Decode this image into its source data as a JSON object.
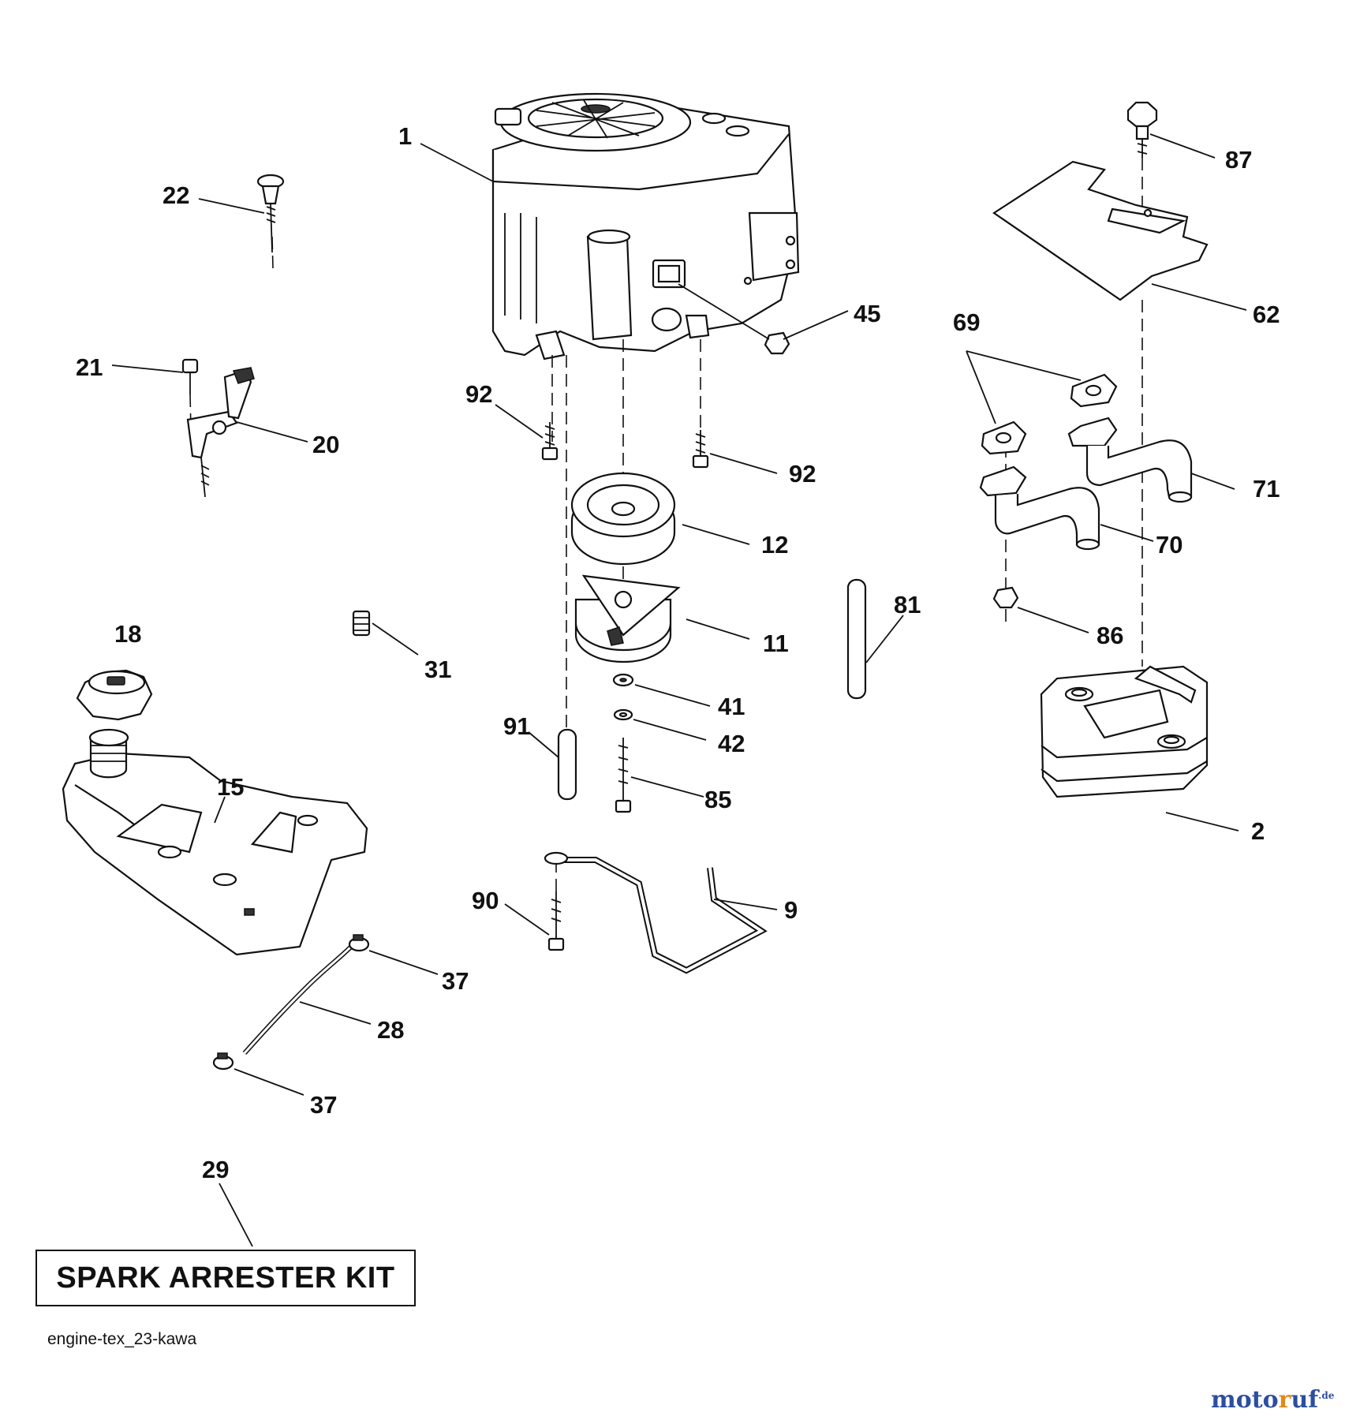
{
  "callouts": [
    {
      "id": "1",
      "label": "1"
    },
    {
      "id": "22",
      "label": "22"
    },
    {
      "id": "21",
      "label": "21"
    },
    {
      "id": "20",
      "label": "20"
    },
    {
      "id": "92a",
      "label": "92"
    },
    {
      "id": "92b",
      "label": "92"
    },
    {
      "id": "45",
      "label": "45"
    },
    {
      "id": "12",
      "label": "12"
    },
    {
      "id": "11",
      "label": "11"
    },
    {
      "id": "31",
      "label": "31"
    },
    {
      "id": "18",
      "label": "18"
    },
    {
      "id": "15",
      "label": "15"
    },
    {
      "id": "41",
      "label": "41"
    },
    {
      "id": "42",
      "label": "42"
    },
    {
      "id": "91",
      "label": "91"
    },
    {
      "id": "85",
      "label": "85"
    },
    {
      "id": "81",
      "label": "81"
    },
    {
      "id": "87",
      "label": "87"
    },
    {
      "id": "62",
      "label": "62"
    },
    {
      "id": "69",
      "label": "69"
    },
    {
      "id": "71",
      "label": "71"
    },
    {
      "id": "70",
      "label": "70"
    },
    {
      "id": "86",
      "label": "86"
    },
    {
      "id": "2",
      "label": "2"
    },
    {
      "id": "90",
      "label": "90"
    },
    {
      "id": "9",
      "label": "9"
    },
    {
      "id": "37a",
      "label": "37"
    },
    {
      "id": "28",
      "label": "28"
    },
    {
      "id": "37b",
      "label": "37"
    },
    {
      "id": "29",
      "label": "29"
    }
  ],
  "kit": {
    "label": "SPARK ARRESTER KIT"
  },
  "drawing_id": "engine-tex_23-kawa",
  "watermark": {
    "name_start": "moto",
    "name_accent": "r",
    "name_end": "uf",
    "tld": ".de"
  }
}
